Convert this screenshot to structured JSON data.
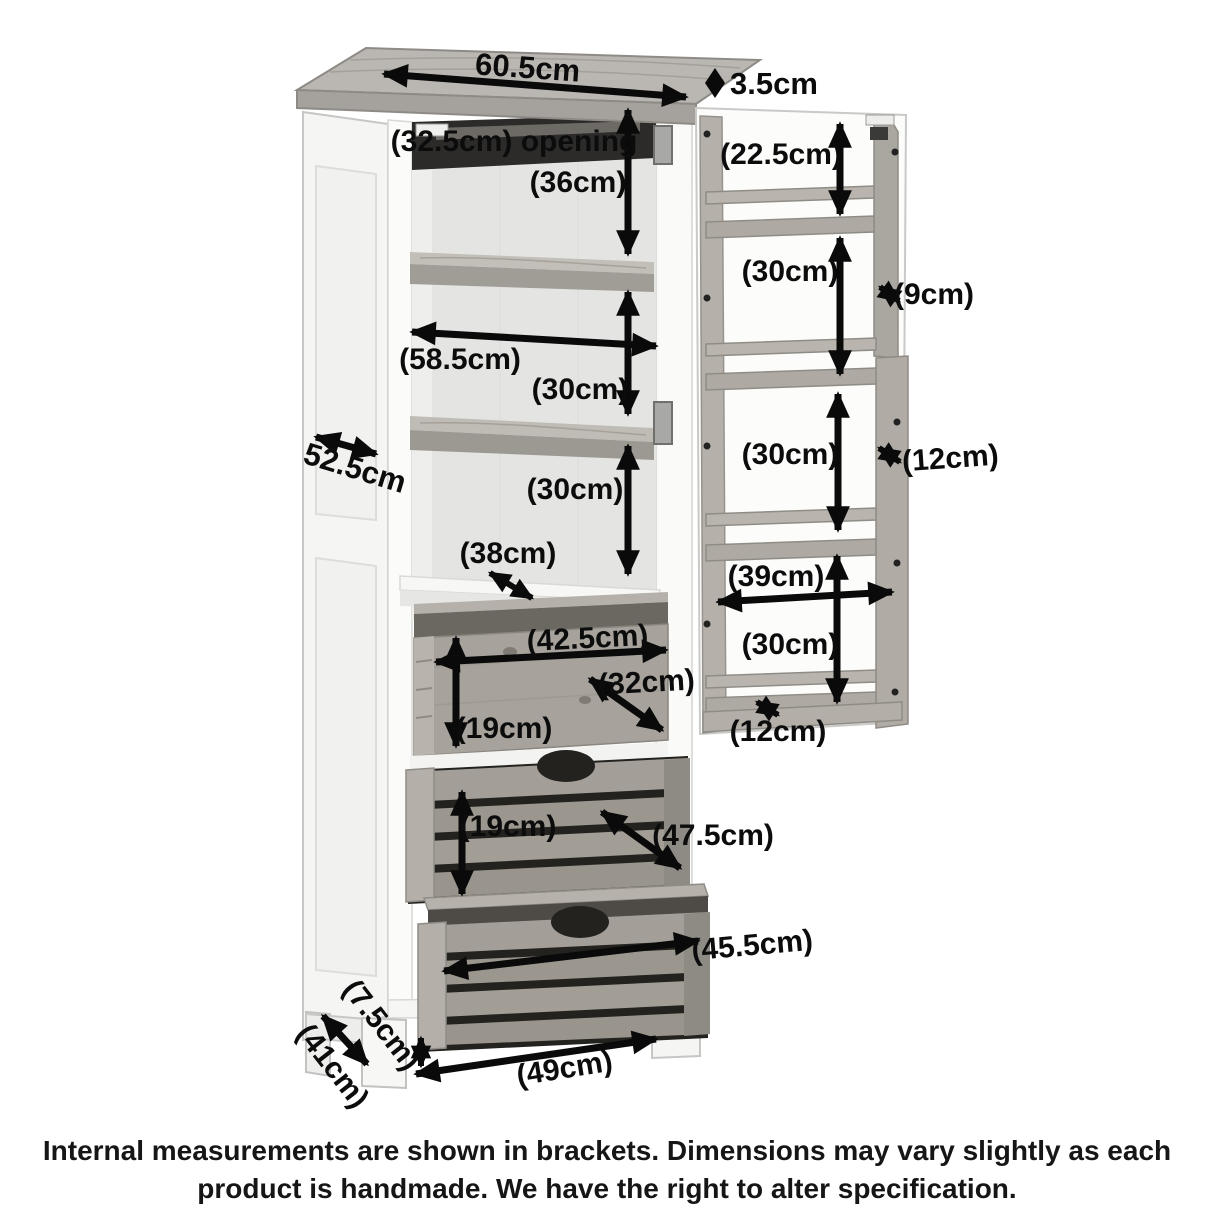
{
  "product": {
    "type_note": "tall larder cabinet dimension diagram"
  },
  "colors": {
    "annotation_ink": "#0a0a0a",
    "cabinet_body": "#f8f8f6",
    "oak_wood": "#b5b1aa",
    "dark_gap": "#23221f",
    "interior_back": "#e4e4e2"
  },
  "dimensions": {
    "top_width": "60.5cm",
    "top_thickness": "3.5cm",
    "door_opening_width": "(32.5cm) opening",
    "top_section_height": "(36cm)",
    "internal_width": "(58.5cm)",
    "upper_shelf_gap": "(30cm)",
    "external_depth": "52.5cm",
    "middle_shelf_gap": "(30cm)",
    "shelf_depth": "(38cm)",
    "internal_drawer_width": "(42.5cm)",
    "internal_drawer_depth": "(32cm)",
    "internal_drawer_height": "(19cm)",
    "crate_drawer_height": "(19cm)",
    "crate_drawer_diagonal": "(47.5cm)",
    "bottom_drawer_width": "(45.5cm)",
    "foot_height": "(7.5cm)",
    "base_depth": "(41cm)",
    "base_width": "(49cm)"
  },
  "door": {
    "rack1_height": "(22.5cm)",
    "rack2_height": "(30cm)",
    "rack2_depth": "(9cm)",
    "rack3_height": "(30cm)",
    "rack3_depth": "(12cm)",
    "rack_width": "(39cm)",
    "rack4_height": "(30cm)",
    "rack4_depth": "(12cm)"
  },
  "caption": {
    "line1": "Internal measurements are shown in brackets. Dimensions may vary slightly as each",
    "line2": "product is handmade. We have the right to alter specification."
  }
}
